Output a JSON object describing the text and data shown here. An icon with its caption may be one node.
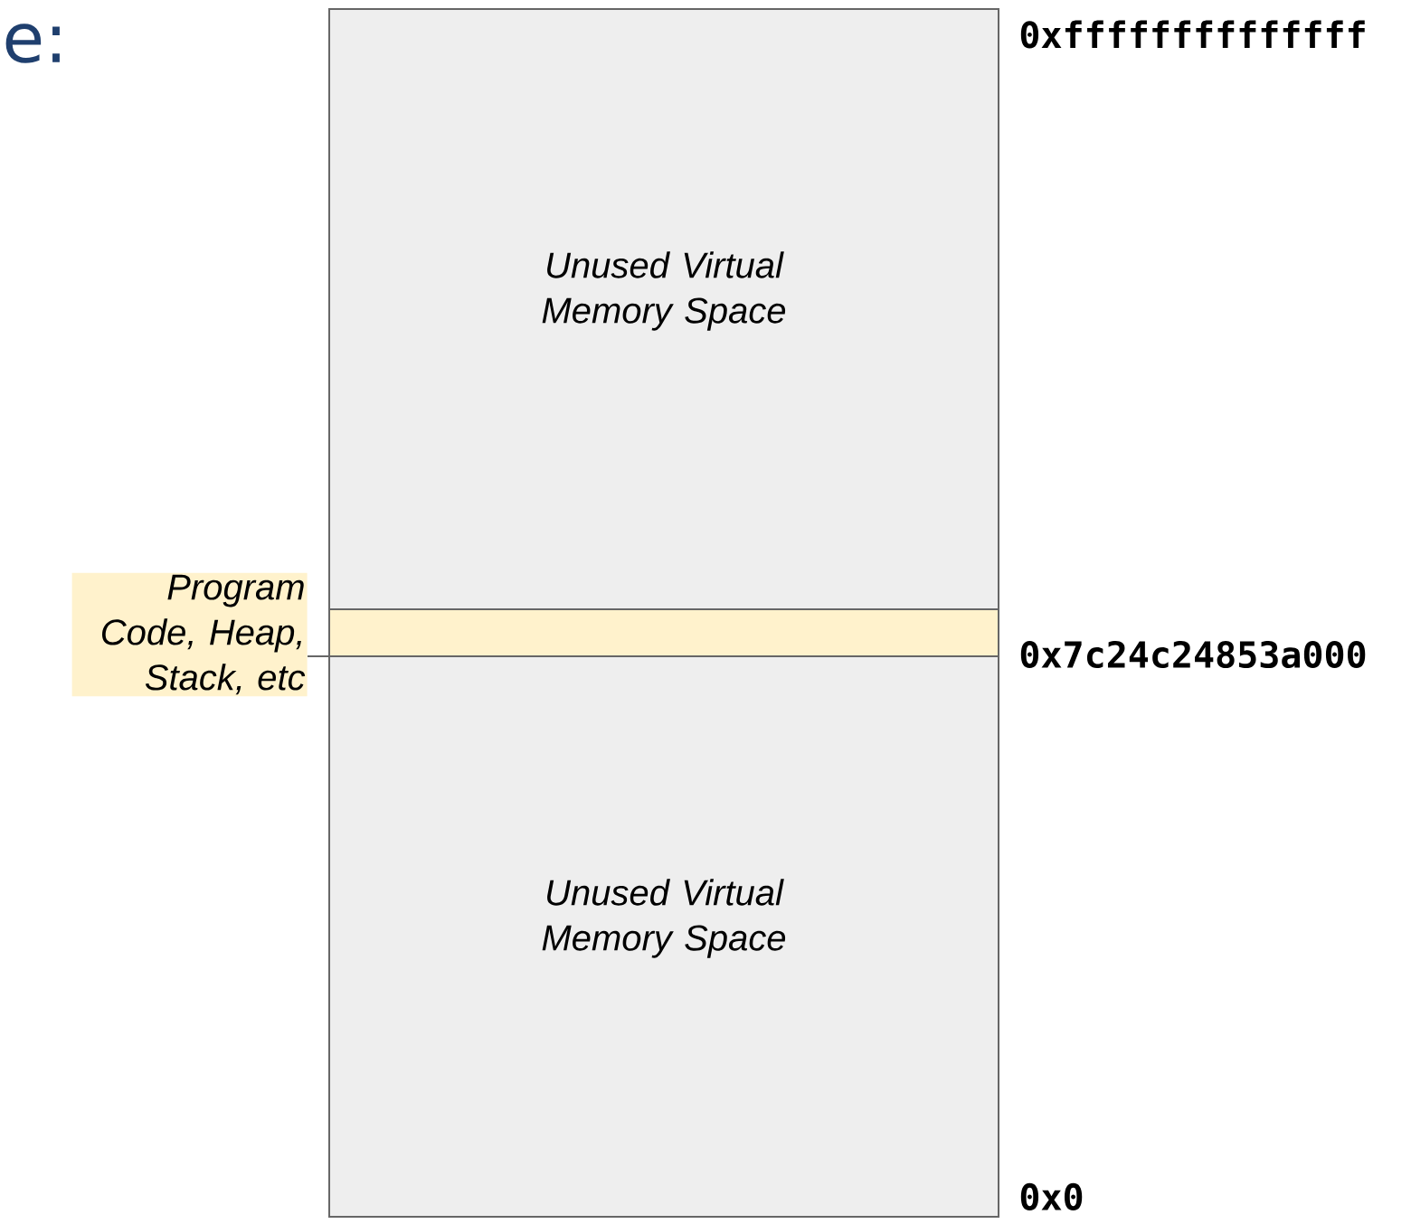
{
  "diagram": {
    "nodes": [
      {
        "text": [
          "Unused Virtual Memory Space"
        ]
      },
      {
        "text": [],
        "shape": "bar",
        "beside": [
          "Program Code, Heap, Stack, etc"
        ]
      },
      {
        "text": [
          "Unused Virtual Memory Space"
        ]
      }
    ],
    "labels": [
      "e:",
      "0xffffffffffffff",
      "0x7c24c24853a000",
      "0x0"
    ]
  }
}
